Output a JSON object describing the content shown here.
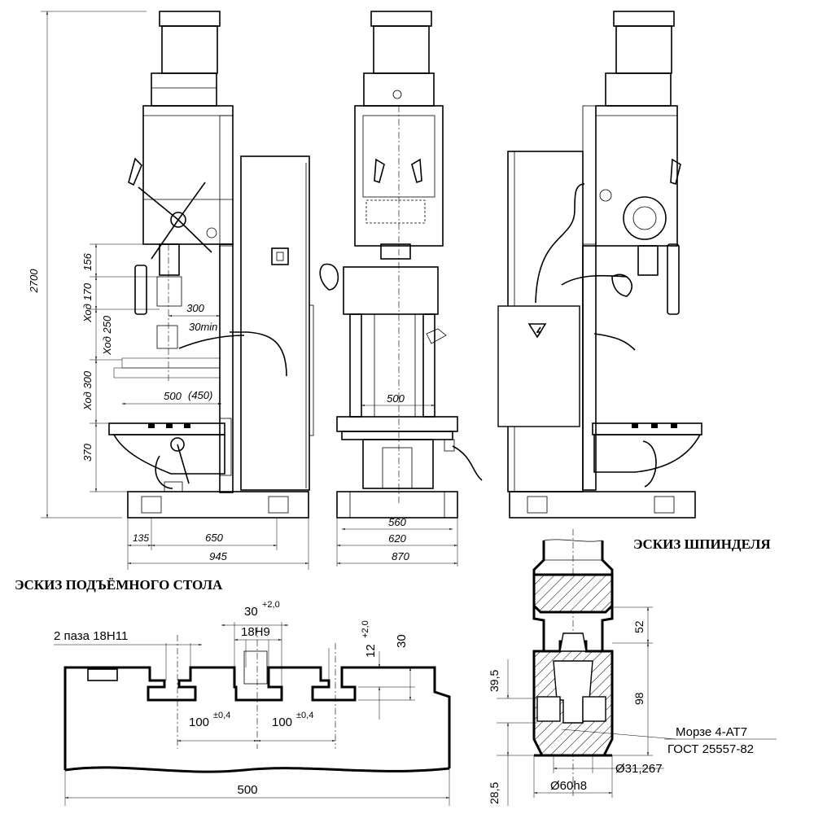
{
  "views": {
    "side": {
      "height_total": "2700",
      "stroke_156": "156",
      "stroke_170": "Ход 170",
      "stroke_250": "Ход 250",
      "stroke_300": "Ход 300",
      "dim_370": "370",
      "reach_300": "300",
      "angle_30": "30min",
      "table_500": "500",
      "table_450": "(450)",
      "base_135": "135",
      "base_650": "650",
      "base_945": "945"
    },
    "front": {
      "table_500": "500",
      "base_560": "560",
      "base_620": "620",
      "base_870": "870"
    }
  },
  "table_sketch": {
    "title": "ЭСКИЗ ПОДЪЁМНОГО  СТОЛА",
    "slots_label": "2 паза 18Н11",
    "width_30": "30",
    "tol_30": "+2,0",
    "slot_18h9": "18Н9",
    "depth_12": "12",
    "tol_12": "+2,0",
    "depth_30": "30",
    "pitch_1": "100",
    "pitch_1_tol": "±0,4",
    "pitch_2": "100",
    "pitch_2_tol": "±0,4",
    "total_500": "500"
  },
  "spindle_sketch": {
    "title": "ЭСКИЗ ШПИНДЕЛЯ",
    "dim_52": "52",
    "dim_98": "98",
    "dim_39_5": "39,5",
    "dim_28_5": "28,5",
    "morse_line1": "Морзе 4-АТ7",
    "morse_line2": "ГОСТ 25557-82",
    "dia_31": "Ø31,267",
    "dia_60": "Ø60h8"
  }
}
